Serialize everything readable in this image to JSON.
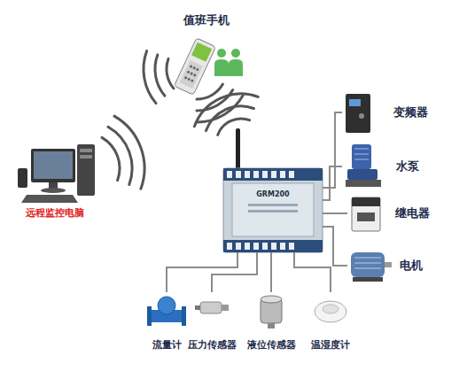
{
  "diagram": {
    "nodes": [
      {
        "text": [
          "值班手机"
        ]
      },
      {
        "text": [
          "远程监控电脑"
        ]
      },
      {
        "text": [
          "GRM200"
        ]
      },
      {
        "text": [
          "变频器"
        ]
      },
      {
        "text": [
          "水泵"
        ]
      },
      {
        "text": [
          "继电器"
        ]
      },
      {
        "text": [
          "电机"
        ]
      },
      {
        "text": [
          "流量计"
        ]
      },
      {
        "text": [
          "压力传感器"
        ]
      },
      {
        "text": [
          "液位传感器"
        ]
      },
      {
        "text": [
          "温湿度计"
        ]
      }
    ],
    "edges": [
      {
        "from": 2,
        "to": 3,
        "arrow": "none"
      },
      {
        "from": 2,
        "to": 4,
        "arrow": "none"
      },
      {
        "from": 2,
        "to": 5,
        "arrow": "none"
      },
      {
        "from": 2,
        "to": 6,
        "arrow": "none"
      },
      {
        "from": 2,
        "to": 7,
        "arrow": "none"
      },
      {
        "from": 2,
        "to": 8,
        "arrow": "none"
      },
      {
        "from": 2,
        "to": 9,
        "arrow": "none"
      },
      {
        "from": 2,
        "to": 10,
        "arrow": "none"
      }
    ]
  }
}
